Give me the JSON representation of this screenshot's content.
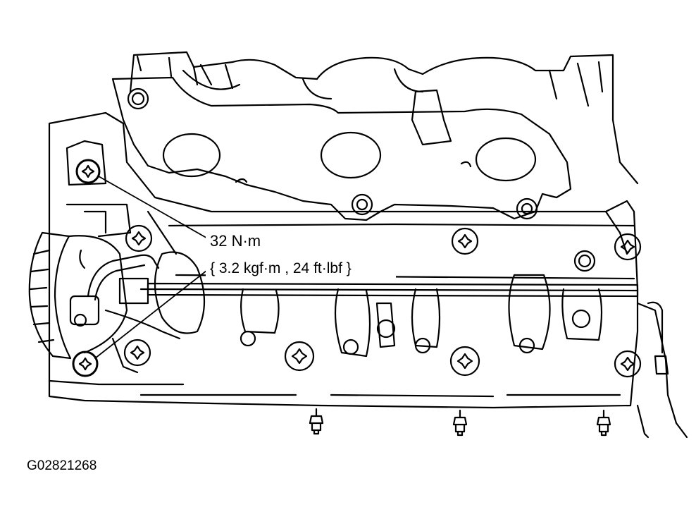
{
  "figure": {
    "torque_value": "32 N·m",
    "torque_alternate": "{ 3.2 kgf·m , 24 ft·lbf }",
    "figure_id": "G02821268"
  },
  "style": {
    "line_color": "#000000",
    "background_color": "#ffffff"
  }
}
